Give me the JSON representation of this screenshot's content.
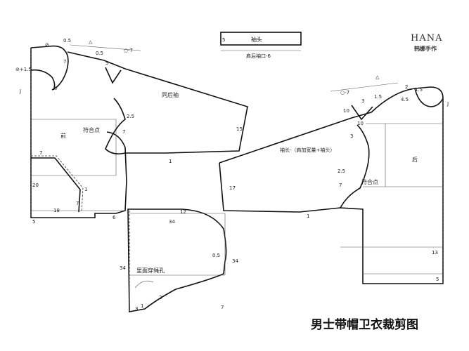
{
  "title": "男士带帽卫衣裁剪图",
  "brand": {
    "name": "HANA",
    "subtitle": "韩娜手作"
  },
  "cuff_piece": {
    "label": "袖头",
    "left_mark": "5",
    "bottom_note": "肩后袖口-6"
  },
  "front_piece": {
    "label": "前",
    "notch_label": "符合点",
    "marks": {
      "top_left": "0.5",
      "sym_left": "⊘",
      "sym_left2": "⊘+1.5",
      "neck_7": "7",
      "sym_neck": "⊘",
      "j_left": "J",
      "pocket_7": "7",
      "pocket_20": "20",
      "pocket_1": "1",
      "pocket_7b": "7",
      "hem_18": "18",
      "hem_5": "5",
      "hem_6": "6",
      "side_7": "7"
    }
  },
  "back_sleeve": {
    "label": "同后袖",
    "marks": {
      "top_delta": "△",
      "top_circle": "○-7",
      "m05": "0.5",
      "m5": "5",
      "m25": "2.5",
      "m15": "15",
      "m1": "1"
    }
  },
  "hood_piece": {
    "label": "里面穿绳孔",
    "marks": {
      "top_12": "12",
      "top_34": "34",
      "right_34": "34",
      "left_34": "34",
      "m05": "0.5",
      "m2": "2",
      "m1": "1",
      "m3": "3",
      "m7": "7"
    }
  },
  "back_piece": {
    "label": "后",
    "notch_label": "符合点",
    "sleeve_label": "袖长-（肩加宽量+袖头）",
    "marks": {
      "top_delta": "△",
      "top_circle": "○-7",
      "m2": "2",
      "m15": "1.5",
      "m45": "4.5",
      "m15b": "1.5",
      "j": "J",
      "m3": "3",
      "m10": "10",
      "m10b": "10",
      "m3b": "3",
      "m25": "2.5",
      "m7": "7",
      "m17": "17",
      "m1": "1",
      "m13": "13",
      "m5": "5"
    }
  }
}
